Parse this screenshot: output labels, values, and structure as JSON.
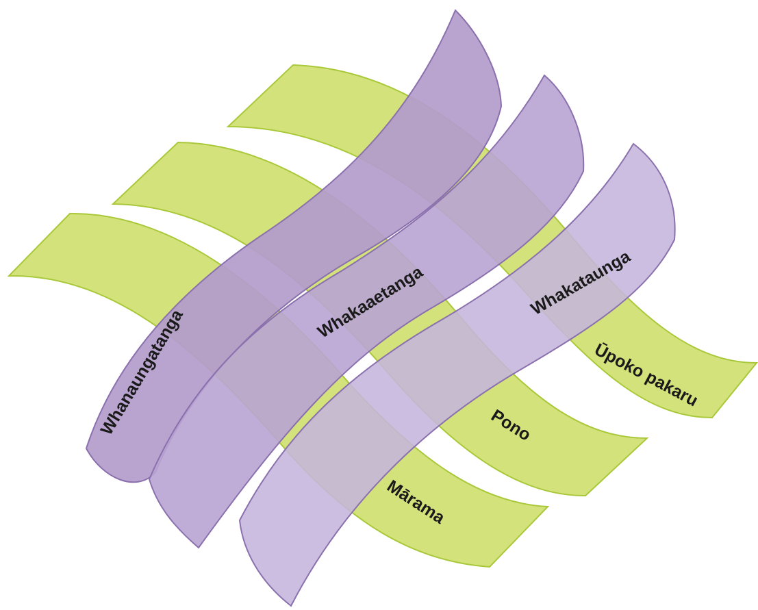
{
  "diagram": {
    "colors": {
      "green": "#d3e27a",
      "green_overlap": "#c3d93a",
      "purple_dark": "#b49ccb",
      "purple_mid": "#b9a4d3",
      "purple_light": "#c5b5dc"
    },
    "purple_strands": [
      {
        "label": "Whanaungatanga"
      },
      {
        "label": "Whakaaetanga"
      },
      {
        "label": "Whakataunga"
      }
    ],
    "green_strands": [
      {
        "label": "Mārama"
      },
      {
        "label": "Pono"
      },
      {
        "label": "Ūpoko pakaru"
      }
    ]
  }
}
